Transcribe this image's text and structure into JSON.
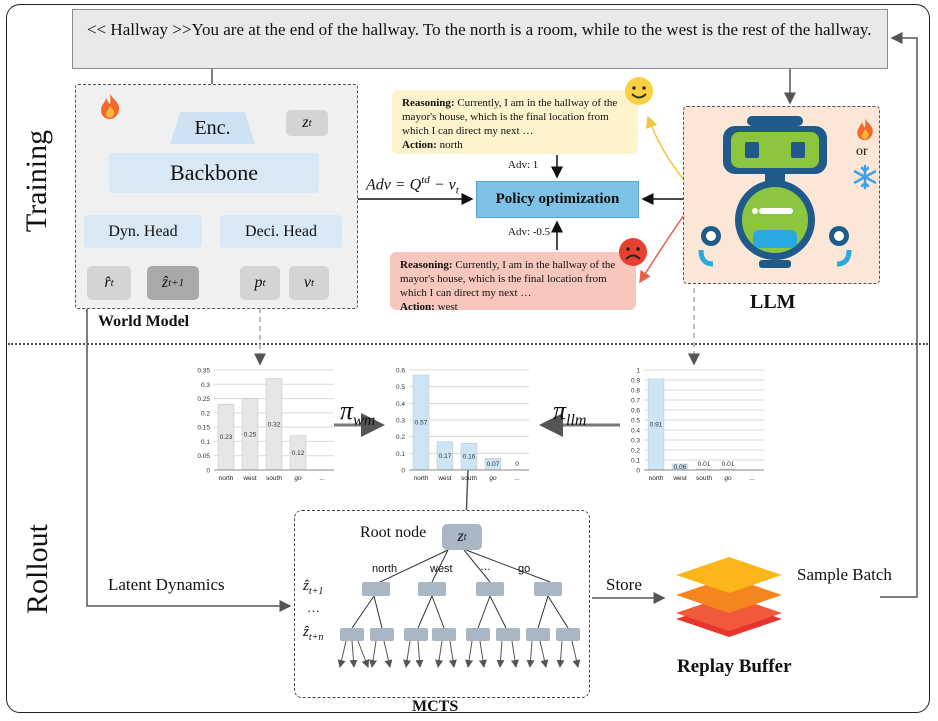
{
  "side_labels": {
    "training": "Training",
    "rollout": "Rollout"
  },
  "observation": "<< Hallway >>You are at the end of the hallway. To the north is a room, while to the west is the rest of the hallway.",
  "world_model": {
    "label": "World Model",
    "enc": "Enc.",
    "z": "z",
    "z_sub": "t",
    "backbone": "Backbone",
    "dyn_head": "Dyn. Head",
    "deci_head": "Deci. Head",
    "r_hat": "r̂",
    "r_sub": "t",
    "z_hat": "ẑ",
    "z_next_sub": "t+1",
    "p": "p",
    "p_sub": "t",
    "v": "v",
    "v_sub": "t"
  },
  "adv_formula": {
    "lhs": "Adv = Q",
    "sup": "td",
    "rest": " − v",
    "sub": "t"
  },
  "policy_label": "Policy optimization",
  "adv_pos": "Adv: 1",
  "adv_neg": "Adv: -0.5",
  "bubble_good": {
    "reasoning_label": "Reasoning:",
    "reasoning": " Currently, I am in the hallway of the mayor's house, which is the final location from which I can direct my next …",
    "action_label": "Action:",
    "action": " north"
  },
  "bubble_bad": {
    "reasoning_label": "Reasoning:",
    "reasoning": " Currently, I am in the hallway of the mayor's house, which is the final location from which I can direct my next …",
    "action_label": "Action:",
    "action": " west"
  },
  "llm": {
    "label": "LLM",
    "or": "or"
  },
  "pi_wm": {
    "pi": "π",
    "sub": "wm"
  },
  "pi_llm": {
    "pi": "π",
    "sub": "llm"
  },
  "chart_data": [
    {
      "type": "bar",
      "name": "wm",
      "categories": [
        "north",
        "west",
        "south",
        "go",
        "..."
      ],
      "values": [
        0.23,
        0.25,
        0.32,
        0.12,
        null
      ],
      "value_labels": [
        "0.23",
        "0.25",
        "0.32",
        "0.12",
        ""
      ],
      "ylim": [
        0,
        0.35
      ],
      "yticks": [
        "0",
        "0.05",
        "0.1",
        "0.15",
        "0.2",
        "0.25",
        "0.3",
        "0.35"
      ],
      "color": "#e6e6e6"
    },
    {
      "type": "bar",
      "name": "mixed",
      "categories": [
        "north",
        "west",
        "south",
        "go",
        "..."
      ],
      "values": [
        0.57,
        0.17,
        0.16,
        0.07,
        0
      ],
      "value_labels": [
        "0.57",
        "0.17",
        "0.16",
        "0.07",
        "0"
      ],
      "ylim": [
        0,
        0.6
      ],
      "yticks": [
        "0",
        "0.1",
        "0.2",
        "0.3",
        "0.4",
        "0.5",
        "0.6"
      ],
      "color": "#cde4f5"
    },
    {
      "type": "bar",
      "name": "llm",
      "categories": [
        "north",
        "west",
        "south",
        "go",
        "..."
      ],
      "values": [
        0.91,
        0.06,
        0.01,
        0.01,
        null
      ],
      "value_labels": [
        "0.91",
        "0.06",
        "0.01",
        "0.01",
        ""
      ],
      "ylim": [
        0,
        1
      ],
      "yticks": [
        "0",
        "0.1",
        "0.2",
        "0.3",
        "0.4",
        "0.5",
        "0.6",
        "0.7",
        "0.8",
        "0.9",
        "1"
      ],
      "color": "#cde4f5"
    }
  ],
  "mcts": {
    "label": "MCTS",
    "root_label": "Root node",
    "root_z": "z",
    "root_sub": "t",
    "branches": [
      "north",
      "west",
      "…",
      "go"
    ],
    "z1": "ẑ",
    "z1_sub": "t+1",
    "dots": "…",
    "zn": "ẑ",
    "zn_sub": "t+n"
  },
  "latent_dynamics": "Latent Dynamics",
  "store": "Store",
  "sample_batch": "Sample Batch",
  "replay_buffer": "Replay Buffer"
}
